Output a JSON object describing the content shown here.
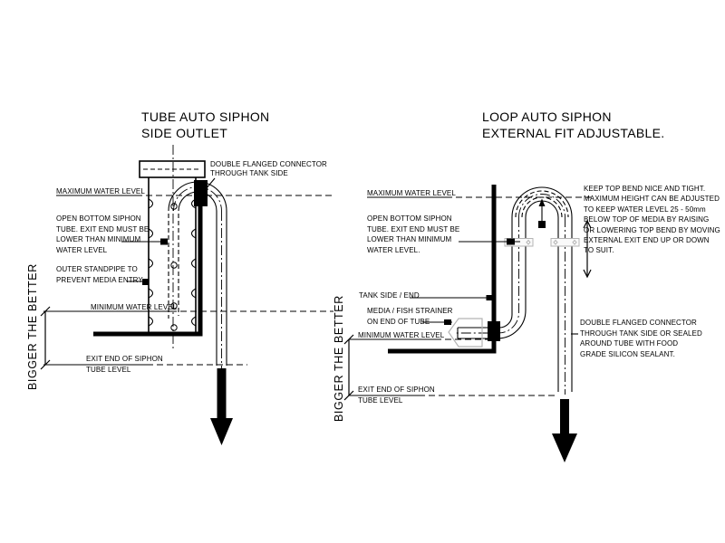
{
  "left_diagram": {
    "title": "TUBE AUTO SIPHON\nSIDE OUTLET",
    "labels": {
      "connector": "DOUBLE FLANGED CONNECTOR\nTHROUGH TANK SIDE",
      "max_water_level": "MAXIMUM WATER LEVEL",
      "open_bottom_siphon": "OPEN BOTTOM SIPHON\nTUBE. EXIT END MUST BE\nLOWER THAN MINIMUM\nWATER LEVEL",
      "outer_standpipe": "OUTER STANDPIPE TO\nPREVENT MEDIA ENTRY",
      "min_water_level": "MINIMUM WATER LEVEL",
      "exit_end": "EXIT END OF SIPHON\nTUBE LEVEL",
      "bigger_the_better": "BIGGER THE BETTER"
    }
  },
  "right_diagram": {
    "title": "LOOP AUTO SIPHON\nEXTERNAL FIT ADJUSTABLE.",
    "labels": {
      "max_water_level": "MAXIMUM WATER LEVEL",
      "open_bottom_siphon": "OPEN BOTTOM SIPHON\nTUBE. EXIT END MUST BE\nLOWER THAN MINIMUM\nWATER LEVEL.",
      "tank_side": "TANK SIDE / END",
      "strainer": "MEDIA / FISH STRAINER\nON END OF TUBE",
      "min_water_level": "MINIMUM WATER LEVEL",
      "exit_end": "EXIT END OF SIPHON\nTUBE LEVEL",
      "bigger_the_better": "BIGGER THE BETTER",
      "keep_top_bend": "KEEP TOP BEND NICE AND TIGHT.\nMAXIMUM HEIGHT CAN BE ADJUSTED\nTO KEEP WATER LEVEL 25 - 50mm\nBELOW TOP OF MEDIA BY RAISING\nOR LOWERING TOP BEND BY MOVING\nEXTERNAL EXIT END UP OR DOWN\nTO SUIT.",
      "connector": "DOUBLE FLANGED CONNECTOR\nTHROUGH TANK SIDE OR SEALED\nAROUND TUBE WITH FOOD\nGRADE SILICON SEALANT."
    }
  },
  "colors": {
    "ink": "#000000",
    "paper": "#ffffff",
    "gray_detail": "#b4b4b4"
  }
}
